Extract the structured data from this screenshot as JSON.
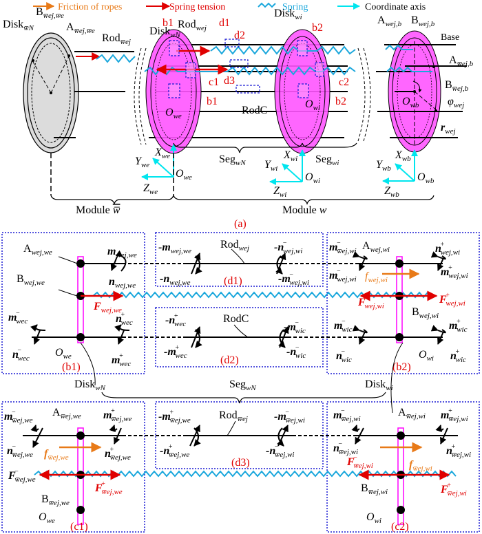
{
  "legend": [
    {
      "name": "friction",
      "label": "Friction of ropes",
      "color": "#e87a18",
      "symbol": "arrow"
    },
    {
      "name": "spring-tension",
      "label": "Spring tension",
      "color": "#e00000",
      "symbol": "arrow"
    },
    {
      "name": "spring",
      "label": "Spring",
      "color": "#1aa7dc",
      "symbol": "zigzag"
    },
    {
      "name": "coordinate-axis",
      "label": "Coordinate axis",
      "color": "#00e5ee",
      "symbol": "arrow"
    }
  ],
  "colors": {
    "disk_fill": "#ff55ff",
    "disk_gray": "#dcdcdc",
    "spring": "#1aa7dc",
    "tension": "#e00000",
    "friction": "#e87a18",
    "axis": "#00e5ee",
    "box": "#1a1ad4",
    "panel_label": "#e00000"
  },
  "part_a": {
    "panel_label": "(a)",
    "disks": {
      "disk_wbar_N": {
        "base": "Disk",
        "sub": "w̅N"
      },
      "disk_wN": {
        "base": "Disk",
        "sub": "wN"
      },
      "disk_wi": {
        "base": "Disk",
        "sub": "wi"
      }
    },
    "points": {
      "B_wbar_we": {
        "base": "B",
        "sub": "w̅ej,w̅e"
      },
      "A_wbar_we": {
        "base": "A",
        "sub": "w̅ej,w̅e"
      },
      "A_wej_b": {
        "base": "A",
        "sub": "wej,b"
      },
      "B_wej_b": {
        "base": "B",
        "sub": "wej,b"
      },
      "A_wbar_b": {
        "base": "A",
        "sub": "w̅ej,b"
      },
      "B_wbar_b": {
        "base": "B",
        "sub": "w̅ej,b"
      }
    },
    "rods": {
      "rod_wbar": {
        "base": "Rod",
        "sub": "w̅ej"
      },
      "rod_wej": {
        "base": "Rod",
        "sub": "wej"
      },
      "rodc": "RodC",
      "base": "Base"
    },
    "callouts": [
      "b1",
      "d1",
      "d2",
      "b2",
      "c1",
      "d3",
      "c2",
      "b1",
      "b2"
    ],
    "origins": {
      "O_we": {
        "base": "O",
        "sub": "we"
      },
      "O_wi": {
        "base": "O",
        "sub": "wi"
      },
      "O_wb": {
        "base": "O",
        "sub": "wb"
      }
    },
    "angle": {
      "base": "φ",
      "sub": "wej"
    },
    "radius": {
      "base": "r",
      "sub": "wej"
    },
    "frames": [
      {
        "name": "we",
        "X": "we",
        "Y": "we",
        "Z": "we",
        "O": "we"
      },
      {
        "name": "wi",
        "X": "wi",
        "Y": "wi",
        "Z": "wi",
        "O": "wi"
      },
      {
        "name": "wb",
        "X": "wb",
        "Y": "wb",
        "Z": "wb",
        "O": "wb"
      }
    ],
    "segments": {
      "seg_wN": {
        "base": "Seg",
        "sub": "wN"
      },
      "seg_wi": {
        "base": "Seg",
        "sub": "wi"
      }
    },
    "modules": {
      "module_wbar": {
        "base": "Module",
        "sub": "w̅"
      },
      "module_w": {
        "base": "Module",
        "sub": "w"
      }
    }
  },
  "panels": {
    "b1": {
      "label": "(b1)",
      "A": {
        "base": "A",
        "sub": "wej,we"
      },
      "B": {
        "base": "B",
        "sub": "wej,we"
      },
      "O": {
        "base": "O",
        "sub": "we"
      },
      "m_wej_we": {
        "base": "m",
        "sub": "wej,we",
        "sup": ""
      },
      "n_wej_we": {
        "base": "n",
        "sub": "wej,we",
        "sup": ""
      },
      "F": {
        "base": "F",
        "sub": "wej,we",
        "sup": ""
      },
      "m_wec_minus": {
        "base": "m",
        "sub": "wec",
        "sup": "−"
      },
      "n_wec_minus": {
        "base": "n",
        "sub": "wec",
        "sup": "−"
      },
      "n_wec_plus": {
        "base": "n",
        "sub": "wec",
        "sup": "+"
      },
      "m_wec_plus": {
        "base": "m",
        "sub": "wec",
        "sup": "+"
      }
    },
    "d1": {
      "label": "(d1)",
      "rod": {
        "base": "Rod",
        "sub": "wej"
      },
      "tl": {
        "base": "-m",
        "sub": "wej,we",
        "sup": ""
      },
      "bl": {
        "base": "-n",
        "sub": "wej,we",
        "sup": ""
      },
      "tr": {
        "base": "-n",
        "sub": "wej,wi",
        "sup": "−"
      },
      "br": {
        "base": "-m",
        "sub": "wej,wi",
        "sup": "−"
      }
    },
    "d2": {
      "label": "(d2)",
      "rod": "RodC",
      "tl": {
        "base": "-n",
        "sub": "wec",
        "sup": "+"
      },
      "bl": {
        "base": "-m",
        "sub": "wec",
        "sup": "+"
      },
      "tr": {
        "base": "-m",
        "sub": "wic",
        "sup": "−"
      },
      "br": {
        "base": "-n",
        "sub": "wic",
        "sup": "−"
      }
    },
    "b2": {
      "label": "(b2)",
      "A": {
        "base": "A",
        "sub": "wej,wi"
      },
      "B": {
        "base": "B",
        "sub": "wej,wi"
      },
      "O": {
        "base": "O",
        "sub": "wi"
      },
      "tl": {
        "base": "m",
        "sub": "w̅ej,wi",
        "sup": "−"
      },
      "ml": {
        "base": "m",
        "sub": "wej,wi",
        "sup": "−"
      },
      "tr": {
        "base": "n",
        "sub": "wej,wi",
        "sup": "+"
      },
      "mr": {
        "base": "m",
        "sub": "wej,wi",
        "sup": "+"
      },
      "f": {
        "base": "f",
        "sub": "wej,wi"
      },
      "F_minus": {
        "base": "F",
        "sub": "wej,wi",
        "sup": "−"
      },
      "F_plus": {
        "base": "F",
        "sub": "wej,wi",
        "sup": "+"
      },
      "m_wic_minus": {
        "base": "m",
        "sub": "wic",
        "sup": "−"
      },
      "n_wic_minus": {
        "base": "n",
        "sub": "wic",
        "sup": "−"
      },
      "m_wic_plus": {
        "base": "m",
        "sub": "wic",
        "sup": "+"
      },
      "n_wic_plus": {
        "base": "n",
        "sub": "wic",
        "sup": "+"
      }
    },
    "middle": {
      "disk_wN": {
        "base": "Disk",
        "sub": "wN"
      },
      "seg_wN": {
        "base": "Seg",
        "sub": "wN"
      },
      "disk_wi": {
        "base": "Disk",
        "sub": "wi"
      }
    },
    "c1": {
      "label": "(c1)",
      "A": {
        "base": "A",
        "sub": "w̅ej,we"
      },
      "B": {
        "base": "B",
        "sub": "w̅ej,we"
      },
      "O": {
        "base": "O",
        "sub": "we"
      },
      "tl": {
        "base": "m",
        "sub": "w̅ej,we",
        "sup": "−"
      },
      "bl": {
        "base": "n",
        "sub": "w̅ej,we",
        "sup": "−"
      },
      "tr": {
        "base": "m",
        "sub": "w̅ej,we",
        "sup": "+"
      },
      "br": {
        "base": "n",
        "sub": "w̅ej,we",
        "sup": "+"
      },
      "f": {
        "base": "f",
        "sub": "w̅ej,we"
      },
      "F_minus": {
        "base": "F",
        "sub": "w̅ej,we",
        "sup": "−"
      },
      "F_plus": {
        "base": "F",
        "sub": "w̅ej,we",
        "sup": "+"
      }
    },
    "d3": {
      "label": "(d3)",
      "rod": {
        "base": "Rod",
        "sub": "w̅ej"
      },
      "tl": {
        "base": "-m",
        "sub": "w̅ej,we",
        "sup": "+"
      },
      "bl": {
        "base": "-n",
        "sub": "w̅ej,we",
        "sup": "+"
      },
      "tr": {
        "base": "-m",
        "sub": "w̅ej,wi",
        "sup": "−"
      },
      "br": {
        "base": "-n",
        "sub": "w̅ej,wi",
        "sup": "−"
      }
    },
    "c2": {
      "label": "(c2)",
      "A": {
        "base": "A",
        "sub": "w̅ej,wi"
      },
      "B": {
        "base": "B",
        "sub": "w̅ej,wi"
      },
      "O": {
        "base": "O",
        "sub": "wi"
      },
      "tl": {
        "base": "m",
        "sub": "w̅ej,wi",
        "sup": "−"
      },
      "bl": {
        "base": "n",
        "sub": "w̅ej,wi",
        "sup": "−"
      },
      "tr": {
        "base": "m",
        "sub": "w̅ej,wi",
        "sup": "+"
      },
      "br": {
        "base": "n",
        "sub": "w̅ej,wi",
        "sup": "+"
      },
      "f": {
        "base": "f",
        "sub": "w̅ej,wi"
      },
      "F_minus": {
        "base": "F",
        "sub": "w̅ej,wi",
        "sup": "−"
      },
      "F_plus": {
        "base": "F",
        "sub": "w̅ej,wi",
        "sup": "+"
      }
    }
  }
}
